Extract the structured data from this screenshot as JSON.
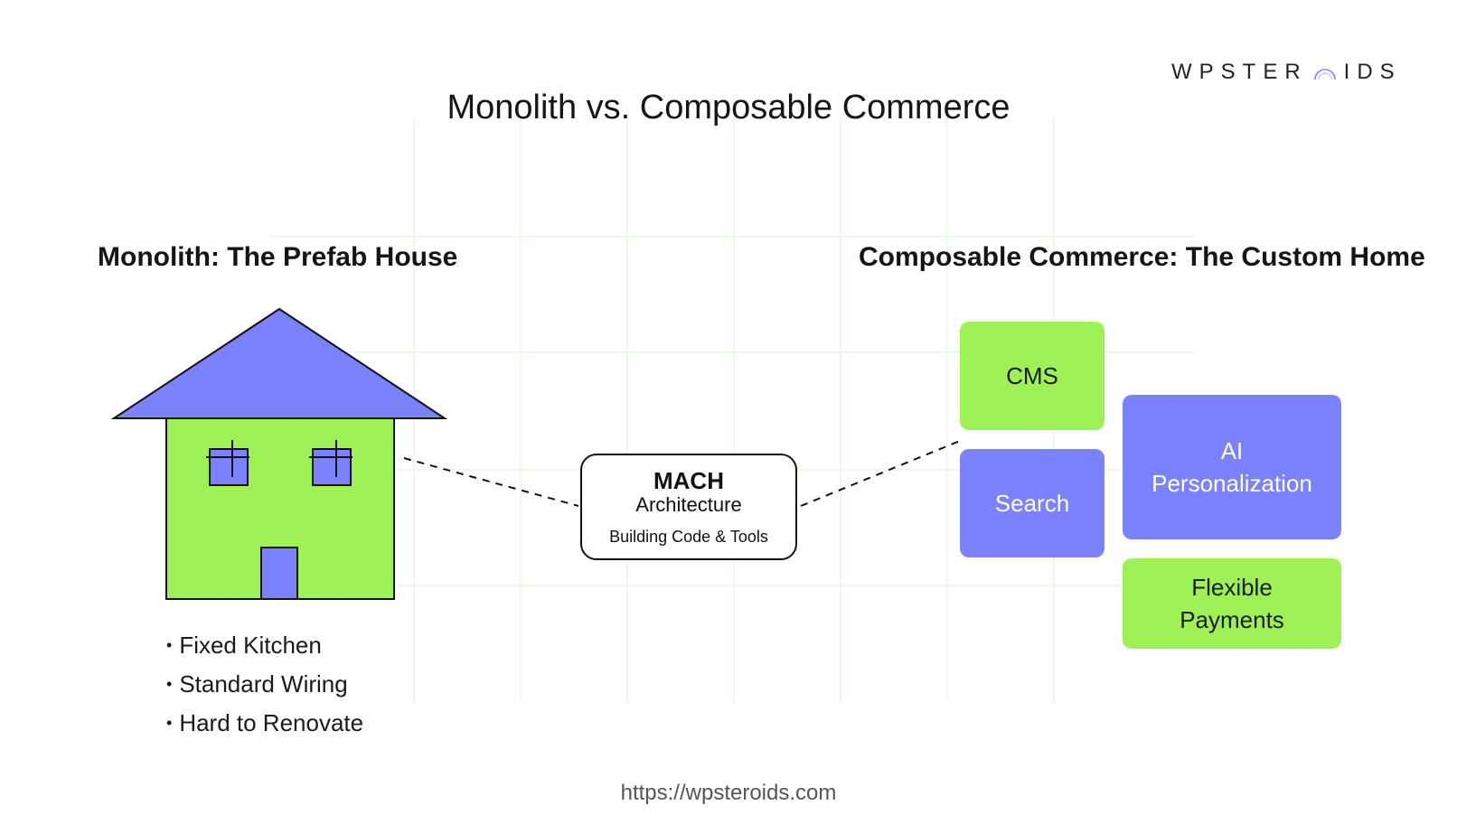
{
  "brand": {
    "logo_left": "WPSTER",
    "logo_right": "IDS",
    "accent_green": "#9ef155",
    "accent_blue": "#7b82ff"
  },
  "title": "Monolith vs. Composable Commerce",
  "monolith": {
    "heading": "Monolith: The Prefab House",
    "features": [
      "Fixed Kitchen",
      "Standard Wiring",
      "Hard to Renovate"
    ]
  },
  "mach": {
    "name": "MACH",
    "subtitle": "Architecture",
    "note": "Building Code & Tools"
  },
  "composable": {
    "heading": "Composable Commerce: The Custom Home",
    "modules": {
      "cms": "CMS",
      "search": "Search",
      "ai_line1": "AI",
      "ai_line2": "Personalization",
      "payments_line1": "Flexible",
      "payments_line2": "Payments"
    }
  },
  "footer": {
    "url": "https://wpsteroids.com"
  }
}
